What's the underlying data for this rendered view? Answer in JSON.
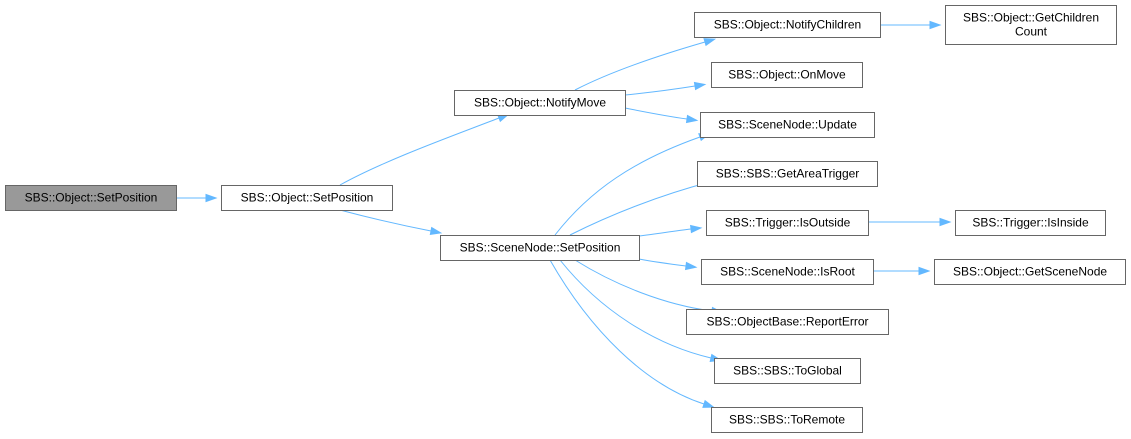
{
  "graph": {
    "edge_color": "#63b8ff",
    "root_fill": "#999999",
    "node_fill": "#ffffff",
    "border_color": "#666666",
    "nodes": [
      {
        "id": "n0",
        "lines": [
          "SBS::Object::SetPosition"
        ]
      },
      {
        "id": "n1",
        "lines": [
          "SBS::Object::SetPosition"
        ]
      },
      {
        "id": "n2",
        "lines": [
          "SBS::Object::NotifyMove"
        ]
      },
      {
        "id": "n3",
        "lines": [
          "SBS::SceneNode::SetPosition"
        ]
      },
      {
        "id": "n4",
        "lines": [
          "SBS::Object::NotifyChildren"
        ]
      },
      {
        "id": "n5",
        "lines": [
          "SBS::Object::OnMove"
        ]
      },
      {
        "id": "n6",
        "lines": [
          "SBS::SceneNode::Update"
        ]
      },
      {
        "id": "n7",
        "lines": [
          "SBS::SBS::GetAreaTrigger"
        ]
      },
      {
        "id": "n8",
        "lines": [
          "SBS::Trigger::IsOutside"
        ]
      },
      {
        "id": "n9",
        "lines": [
          "SBS::SceneNode::IsRoot"
        ]
      },
      {
        "id": "n10",
        "lines": [
          "SBS::ObjectBase::ReportError"
        ]
      },
      {
        "id": "n11",
        "lines": [
          "SBS::SBS::ToGlobal"
        ]
      },
      {
        "id": "n12",
        "lines": [
          "SBS::SBS::ToRemote"
        ]
      },
      {
        "id": "n13",
        "lines": [
          "SBS::Object::GetChildren",
          "Count"
        ]
      },
      {
        "id": "n14",
        "lines": [
          "SBS::Trigger::IsInside"
        ]
      },
      {
        "id": "n15",
        "lines": [
          "SBS::Object::GetSceneNode"
        ]
      }
    ],
    "edges": [
      {
        "from": "n0",
        "to": "n1"
      },
      {
        "from": "n1",
        "to": "n2"
      },
      {
        "from": "n1",
        "to": "n3"
      },
      {
        "from": "n2",
        "to": "n4"
      },
      {
        "from": "n2",
        "to": "n5"
      },
      {
        "from": "n2",
        "to": "n6"
      },
      {
        "from": "n3",
        "to": "n6"
      },
      {
        "from": "n3",
        "to": "n7"
      },
      {
        "from": "n3",
        "to": "n8"
      },
      {
        "from": "n3",
        "to": "n9"
      },
      {
        "from": "n3",
        "to": "n10"
      },
      {
        "from": "n3",
        "to": "n11"
      },
      {
        "from": "n3",
        "to": "n12"
      },
      {
        "from": "n4",
        "to": "n13"
      },
      {
        "from": "n8",
        "to": "n14"
      },
      {
        "from": "n9",
        "to": "n15"
      }
    ]
  }
}
